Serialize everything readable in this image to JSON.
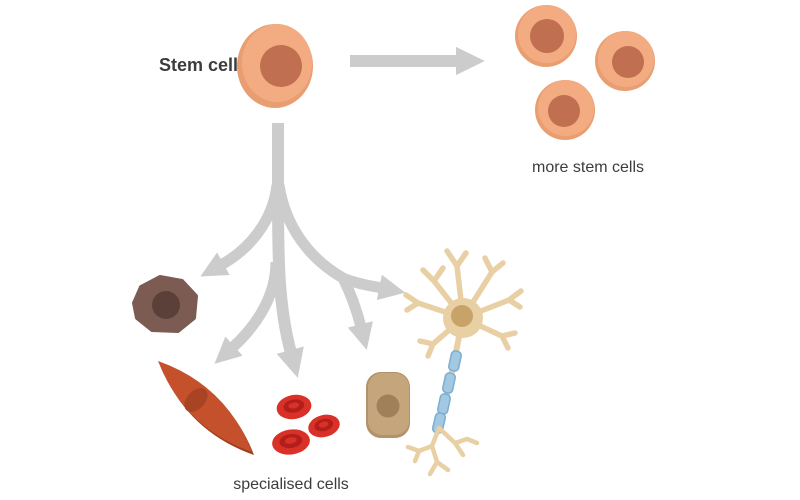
{
  "labels": {
    "stem_cell": "Stem cell",
    "more_stem_cells": "more stem cells",
    "specialised_cells": "specialised cells"
  },
  "icons": {
    "right_arrow": "self-renewal-arrow",
    "branch_arrows": "differentiation-branch-arrows",
    "stem_cell": "stem-cell",
    "stem_cell_cluster": "three-stem-cells",
    "brown_cell": "brown-polygonal-cell",
    "muscle_cell": "muscle-spindle-cell",
    "red_blood_cells": "red-blood-cells",
    "tan_cell": "tan-oval-cell",
    "neuron": "nerve-cell-with-myelinated-axon"
  },
  "colors": {
    "label_text": "#3c3c3c",
    "arrow": "#cccccc",
    "stem_body": "#f3ac82",
    "stem_shade": "#e99e72",
    "stem_nucleus": "#c06f50",
    "brown_body": "#7c5b53",
    "brown_nucleus": "#5b403a",
    "muscle_body": "#c4512c",
    "muscle_dark": "#a03c1e",
    "muscle_nucleus": "#a84324",
    "rbc_body": "#d93028",
    "rbc_dark": "#b21f1a",
    "tan_body": "#c5a67c",
    "tan_shade": "#b3916a",
    "tan_nucleus": "#9f8058",
    "neuron_body": "#e9d0a4",
    "neuron_nucleus": "#c7a368",
    "myelin_fill": "#a3c8e2",
    "myelin_edge": "#7baed2"
  }
}
